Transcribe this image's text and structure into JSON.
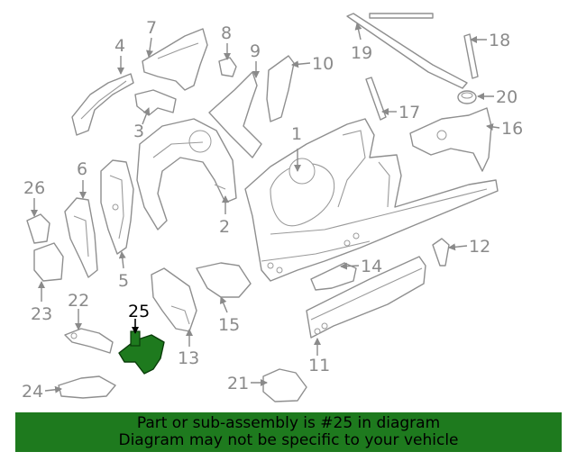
{
  "diagram": {
    "callouts": [
      "1",
      "2",
      "3",
      "4",
      "5",
      "6",
      "7",
      "8",
      "9",
      "10",
      "11",
      "12",
      "13",
      "14",
      "15",
      "16",
      "17",
      "18",
      "19",
      "20",
      "21",
      "22",
      "23",
      "24",
      "25",
      "26"
    ],
    "highlighted_part": "25",
    "highlight_color": "#1e7a1e"
  },
  "banner": {
    "line1": "Part or sub-assembly is #25 in diagram",
    "line2": "Diagram may not be specific to your vehicle",
    "color": "#1e7a1e"
  }
}
